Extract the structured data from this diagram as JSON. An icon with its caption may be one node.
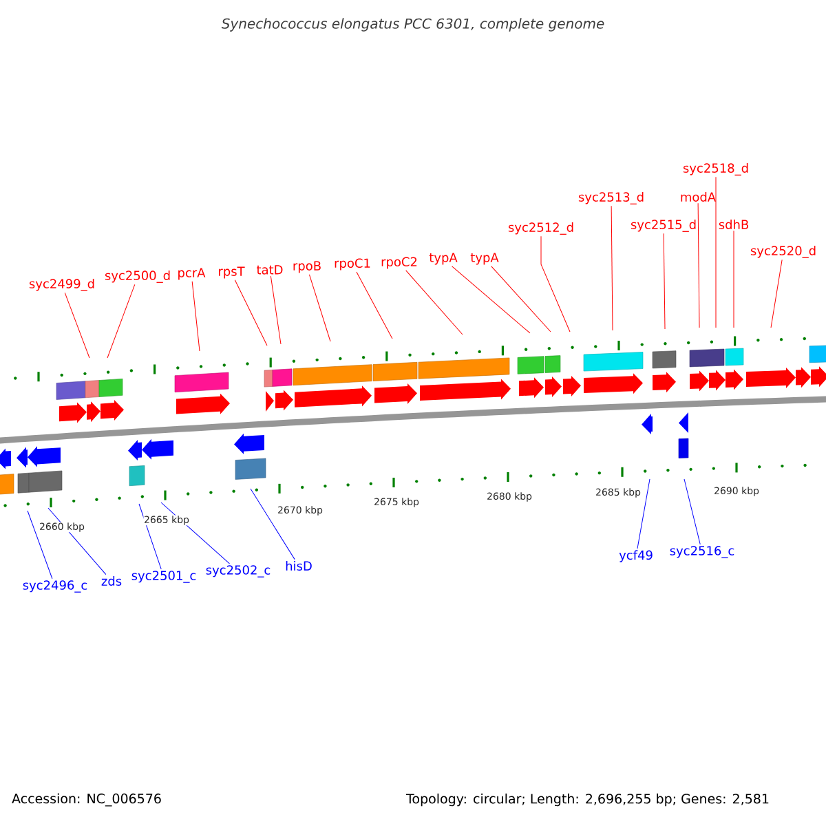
{
  "diagram": {
    "title": "Synechococcus elongatus PCC 6301, complete genome",
    "nodes": [
      {
        "text": [
          "syc2499_d"
        ]
      },
      {
        "text": [
          "syc2500_d"
        ]
      },
      {
        "text": [
          "pcrA"
        ]
      },
      {
        "text": [
          "rpsT"
        ]
      },
      {
        "text": [
          "tatD"
        ]
      },
      {
        "text": [
          "rpoB"
        ]
      },
      {
        "text": [
          "rpoC1"
        ]
      },
      {
        "text": [
          "rpoC2"
        ]
      },
      {
        "text": [
          "typA"
        ]
      },
      {
        "text": [
          "typA"
        ]
      },
      {
        "text": [
          "syc2512_d"
        ]
      },
      {
        "text": [
          "syc2513_d"
        ]
      },
      {
        "text": [
          "syc2515_d"
        ]
      },
      {
        "text": [
          "modA"
        ]
      },
      {
        "text": [
          "syc2518_d"
        ]
      },
      {
        "text": [
          "sdhB"
        ]
      },
      {
        "text": [
          "syc2520_d"
        ]
      },
      {
        "text": [
          "syc2496_c"
        ]
      },
      {
        "text": [
          "zds"
        ]
      },
      {
        "text": [
          "syc2501_c"
        ]
      },
      {
        "text": [
          "syc2502_c"
        ]
      },
      {
        "text": [
          "hisD"
        ]
      },
      {
        "text": [
          "ycf49"
        ]
      },
      {
        "text": [
          "syc2516_c"
        ]
      }
    ],
    "edges": [
      {
        "from": 0,
        "to": null,
        "arrow": "none"
      },
      {
        "from": 1,
        "to": null,
        "arrow": "none"
      },
      {
        "from": 2,
        "to": null,
        "arrow": "none"
      },
      {
        "from": 3,
        "to": null,
        "arrow": "none"
      },
      {
        "from": 4,
        "to": null,
        "arrow": "none"
      },
      {
        "from": 5,
        "to": null,
        "arrow": "none"
      },
      {
        "from": 6,
        "to": null,
        "arrow": "none"
      },
      {
        "from": 7,
        "to": null,
        "arrow": "none"
      },
      {
        "from": 8,
        "to": null,
        "arrow": "none"
      },
      {
        "from": 9,
        "to": null,
        "arrow": "none"
      },
      {
        "from": 10,
        "to": null,
        "arrow": "none"
      },
      {
        "from": 11,
        "to": null,
        "arrow": "none"
      },
      {
        "from": 12,
        "to": null,
        "arrow": "none"
      },
      {
        "from": 13,
        "to": null,
        "arrow": "none"
      },
      {
        "from": 14,
        "to": null,
        "arrow": "none"
      },
      {
        "from": 15,
        "to": null,
        "arrow": "none"
      },
      {
        "from": 16,
        "to": null,
        "arrow": "none"
      },
      {
        "from": 17,
        "to": null,
        "arrow": "none",
        "color": "#0000ff"
      },
      {
        "from": 18,
        "to": null,
        "arrow": "none",
        "color": "#0000ff"
      },
      {
        "from": 19,
        "to": null,
        "arrow": "none",
        "color": "#0000ff"
      },
      {
        "from": 20,
        "to": null,
        "arrow": "none",
        "color": "#0000ff"
      },
      {
        "from": 21,
        "to": null,
        "arrow": "none",
        "color": "#0000ff"
      },
      {
        "from": 22,
        "to": null,
        "arrow": "none",
        "color": "#0000ff"
      },
      {
        "from": 23,
        "to": null,
        "arrow": "none",
        "color": "#0000ff"
      }
    ],
    "labels": [
      "2660 kbp",
      "2665 kbp",
      "2670 kbp",
      "2675 kbp",
      "2680 kbp",
      "2685 kbp",
      "2690 kbp",
      "Accession: NC_006576",
      "Topology: circular; Length: 2,696,255 bp; Genes: 2,581"
    ]
  }
}
